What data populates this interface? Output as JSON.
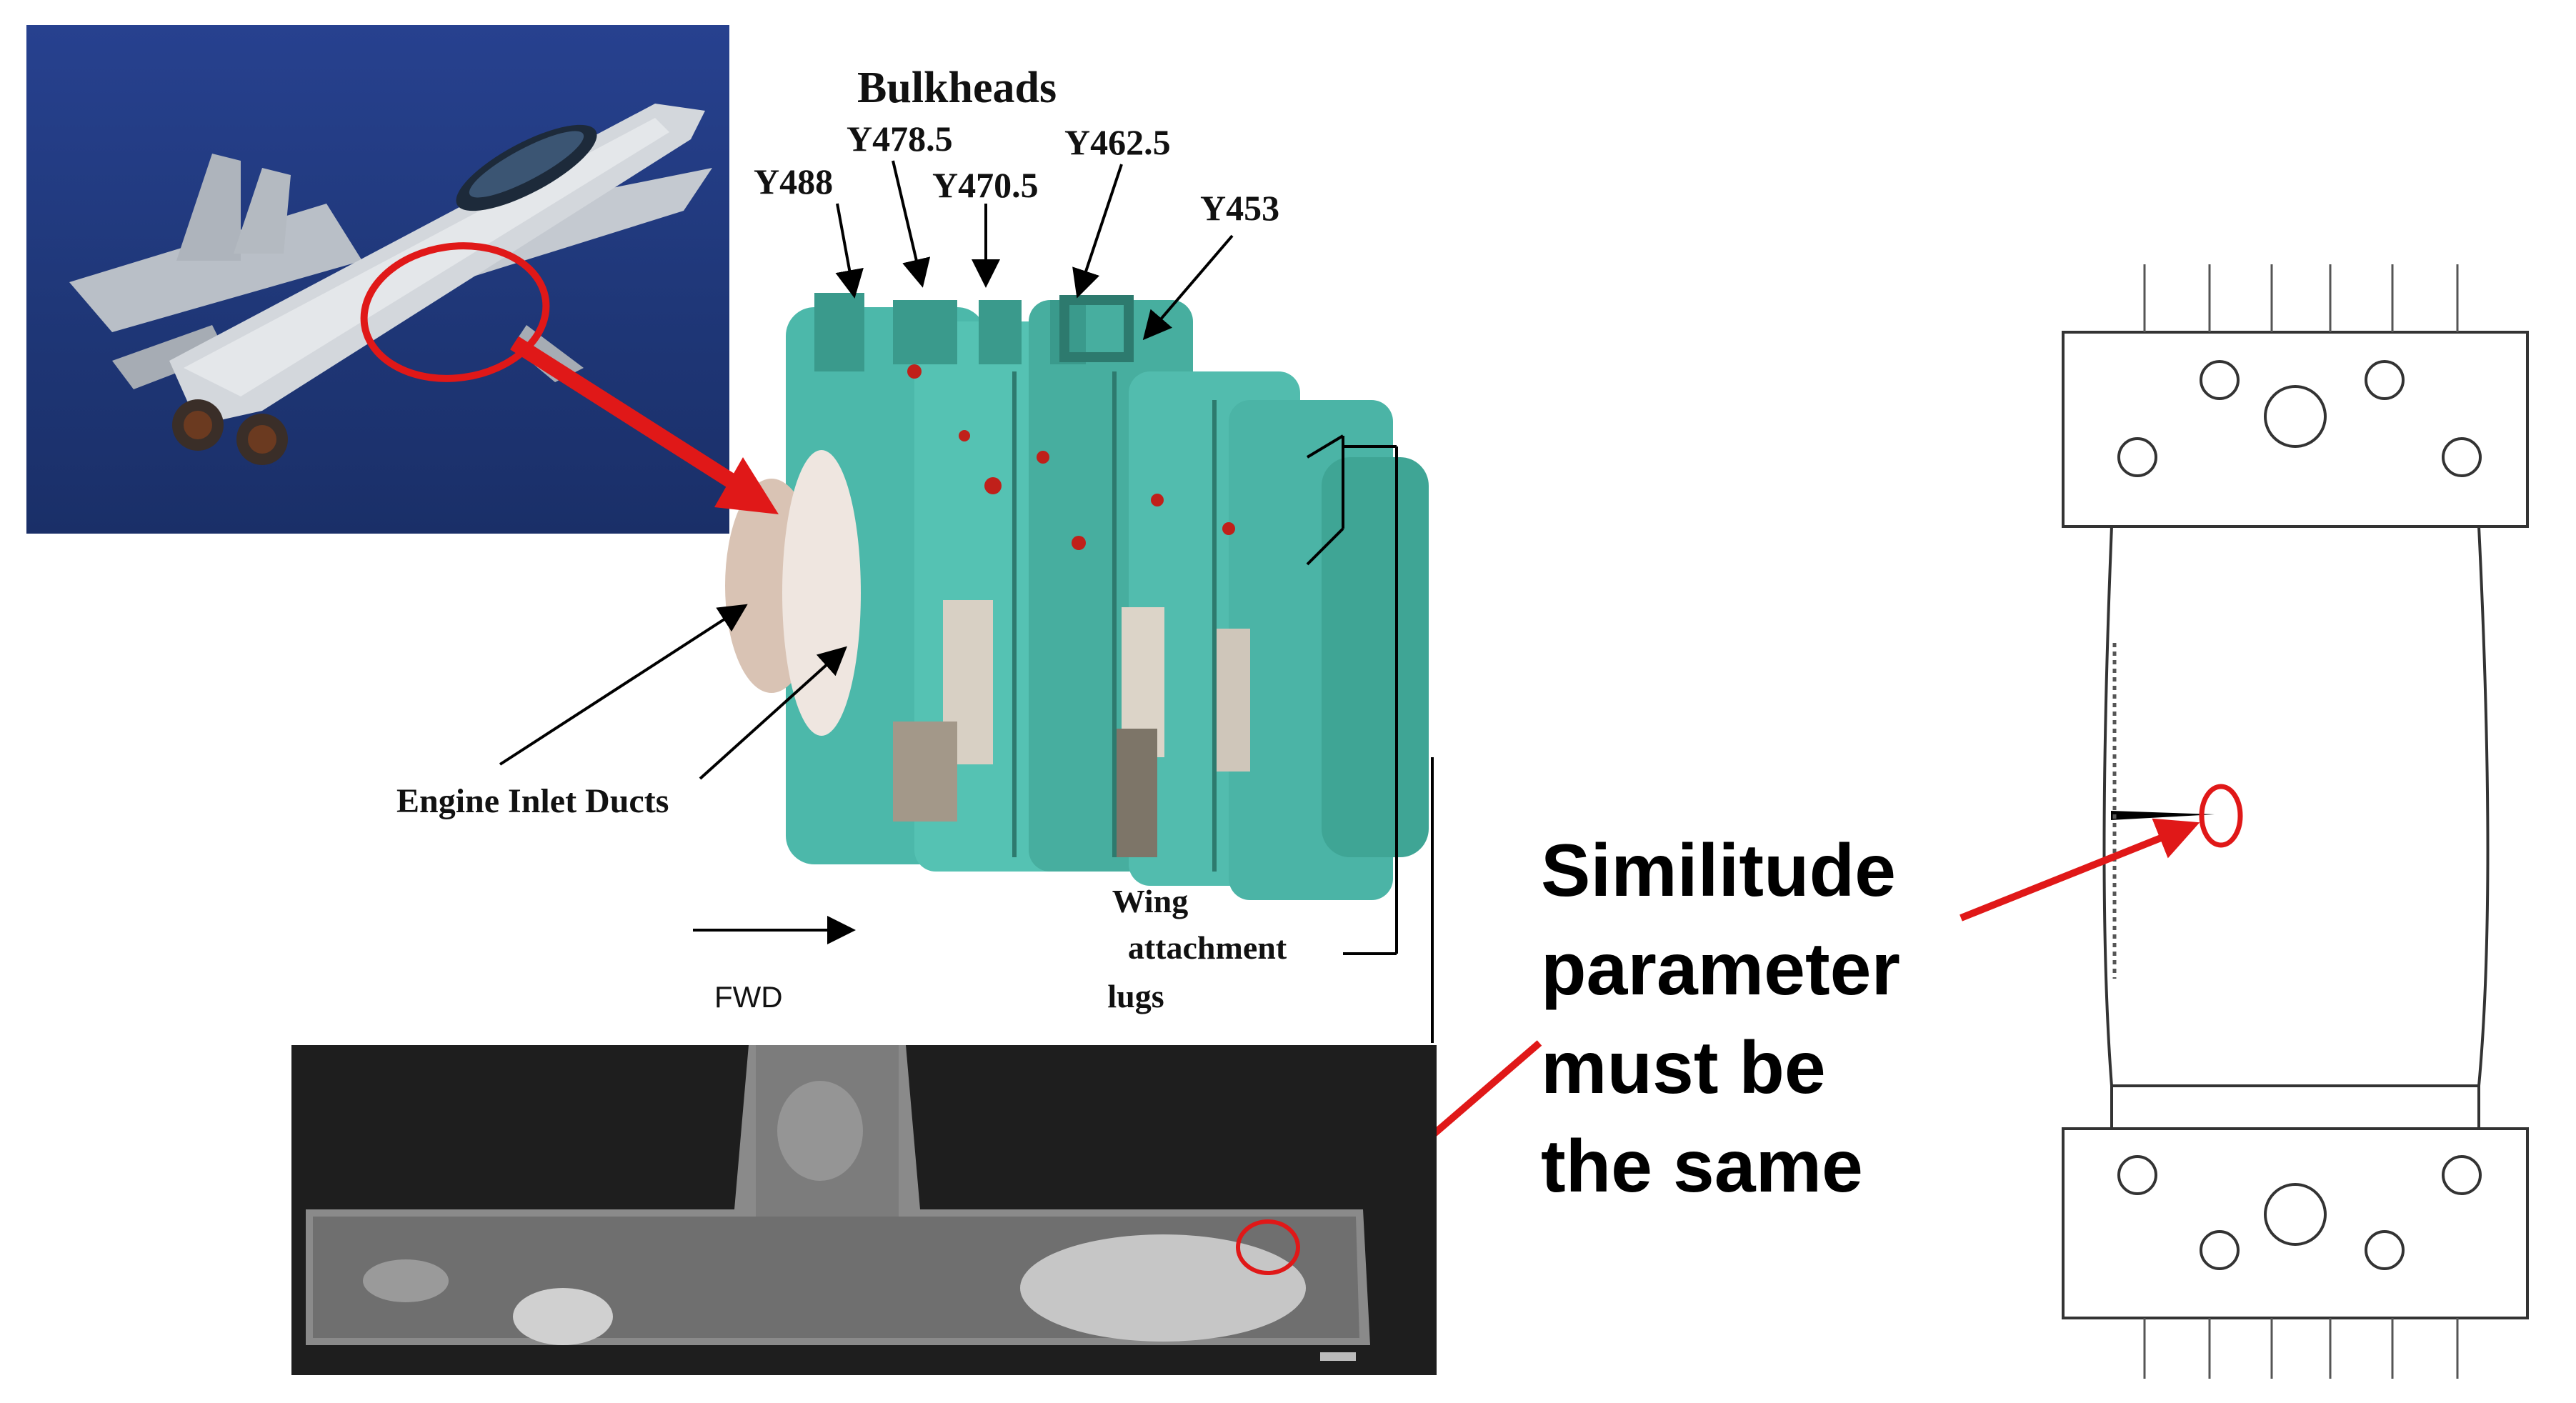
{
  "figure": {
    "bulkheads": {
      "title": "Bulkheads",
      "stations": [
        "Y488",
        "Y478.5",
        "Y470.5",
        "Y462.5",
        "Y453"
      ]
    },
    "engine_label": "Engine Inlet Ducts",
    "wing_label_lines": [
      "Wing",
      "attachment",
      "lugs"
    ],
    "direction_label": "FWD",
    "similitude_lines": [
      "Similitude",
      "parameter",
      "must be",
      "the same"
    ],
    "colors": {
      "sky": "#23418c",
      "bulkhead_structure": "#4cb8aa",
      "highlight_red": "#e01818",
      "micrograph_bg": "#202020"
    },
    "icons": [
      "aircraft-photo",
      "bulkhead-assembly",
      "micrograph",
      "test-specimen"
    ]
  }
}
